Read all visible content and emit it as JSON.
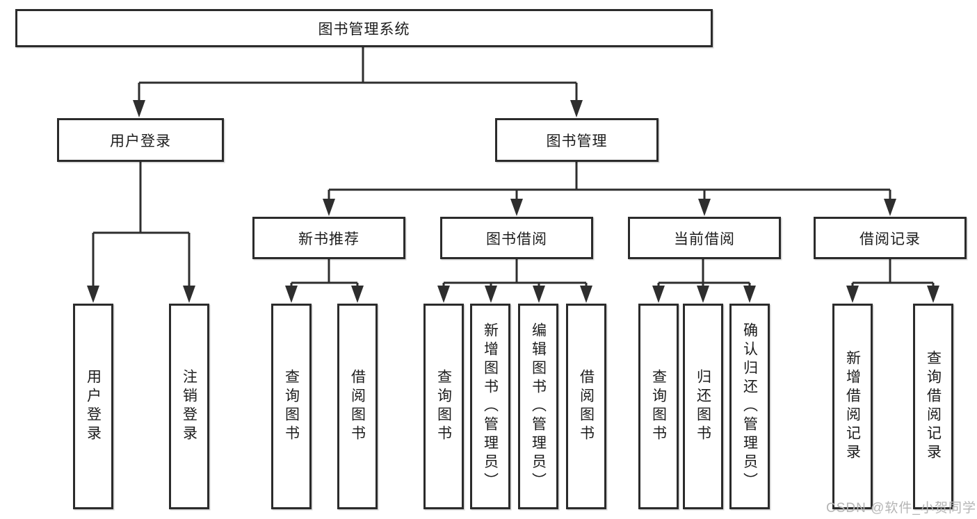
{
  "nodes": {
    "root": "图书管理系统",
    "l2": [
      "用户登录",
      "图书管理"
    ],
    "l3": [
      "新书推荐",
      "图书借阅",
      "当前借阅",
      "借阅记录"
    ],
    "l4": {
      "g1": [
        "用户登录",
        "注销登录"
      ],
      "g2": [
        "查询图书",
        "借阅图书"
      ],
      "g3": [
        "查询图书",
        "新增图书（管理员）",
        "编辑图书（管理员）",
        "借阅图书"
      ],
      "g4": [
        "查询图书",
        "归还图书",
        "确认归还（管理员）"
      ],
      "g5": [
        "新增借阅记录",
        "查询借阅记录"
      ]
    }
  },
  "colors": {
    "line": "#2e2e2e",
    "box_border": "#2b2b2b",
    "text": "#1c1c1c",
    "watermark": "#b5b5b5",
    "background": "#ffffff"
  },
  "watermark": "CSDN @软件_小贺同学"
}
